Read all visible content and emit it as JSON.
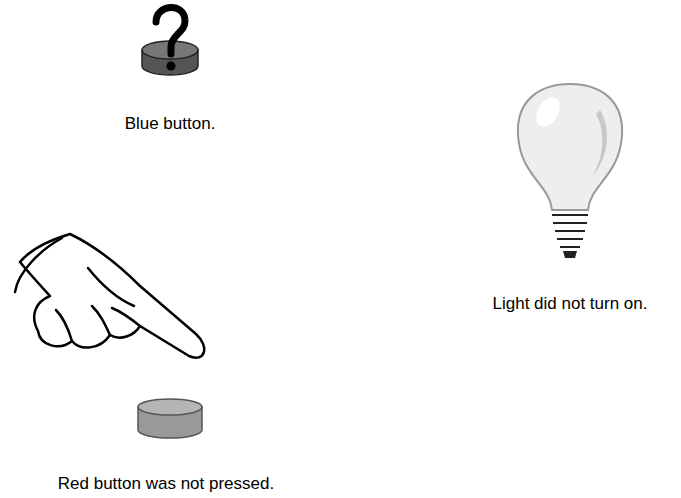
{
  "diagram": {
    "labels": [
      "Blue button.",
      "Light did not turn on.",
      "Red button was not pressed."
    ]
  }
}
